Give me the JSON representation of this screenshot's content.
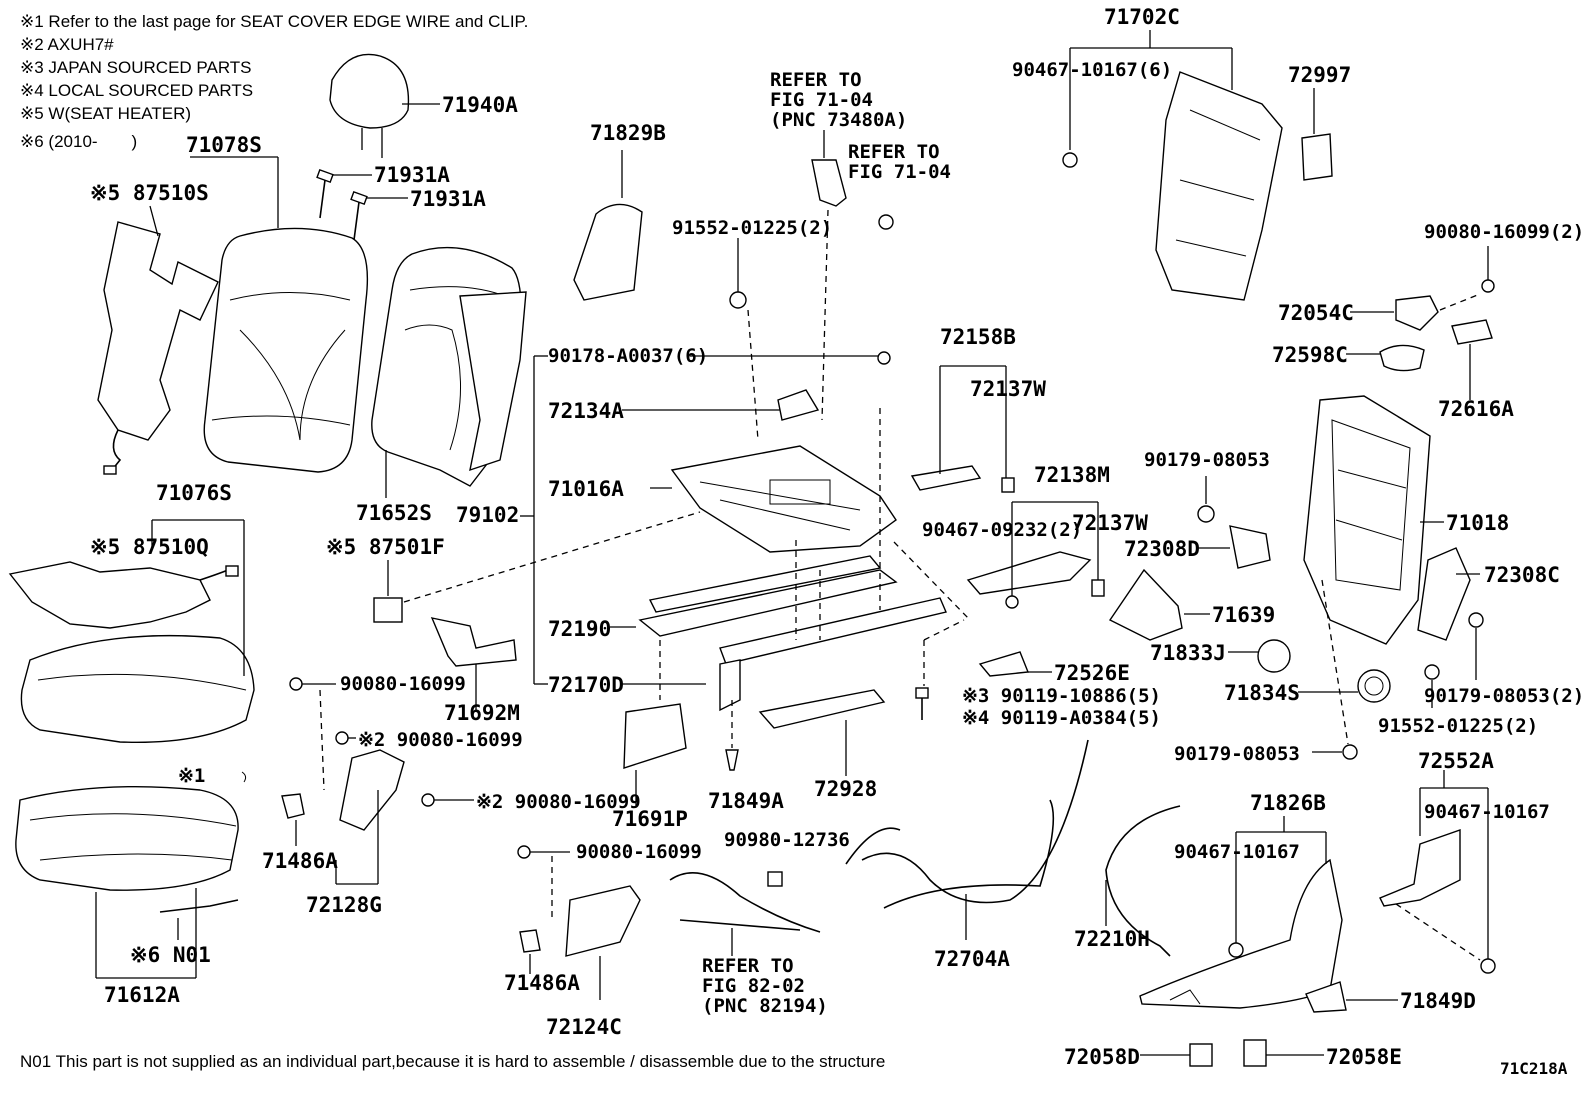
{
  "notes": [
    "※1 Refer to the last page for SEAT COVER EDGE WIRE and CLIP.",
    "※2 AXUH7#",
    "※3 JAPAN SOURCED PARTS",
    "※4 LOCAL SOURCED PARTS",
    "※5 W(SEAT HEATER)",
    "※6 (2010-　　)"
  ],
  "footer_note": "N01 This part is not supplied as an individual part,because it is hard to assemble / disassemble due to the structure",
  "figure_code": "71C218A",
  "labels": {
    "p71940A": "71940A",
    "p71931A_1": "71931A",
    "p71931A_2": "71931A",
    "p71078S": "71078S",
    "p87510S": "※5 87510S",
    "p71652S": "71652S",
    "p79102": "79102",
    "p71076S": "71076S",
    "p87510Q": "※5 87510Q",
    "p87501F": "※5 87501F",
    "p71829B": "71829B",
    "refer_7104a": "REFER TO",
    "refer_7104a_2": "FIG 71-04",
    "refer_7104a_3": "(PNC 73480A)",
    "refer_7104b": "REFER TO",
    "refer_7104b_2": "FIG 71-04",
    "p91552_01225": "91552-01225(2)",
    "p90178_A0037": "90178-A0037(6)",
    "p72134A": "72134A",
    "p71016A": "71016A",
    "p72190": "72190",
    "p72170D": "72170D",
    "p72158B": "72158B",
    "p72137W_1": "72137W",
    "p72138M": "72138M",
    "p90467_09232": "90467-09232(2)",
    "p72137W_2": "72137W",
    "p71639": "71639",
    "p71833J": "71833J",
    "p72526E": "72526E",
    "p90119_10886": "※3 90119-10886(5)",
    "p90119_A0384": "※4 90119-A0384(5)",
    "p71702C": "71702C",
    "p90467_10167_6": "90467-10167(6)",
    "p72997": "72997",
    "p90080_16099_2": "90080-16099(2)",
    "p72054C": "72054C",
    "p72598C": "72598C",
    "p72616A": "72616A",
    "p90179_08053_a": "90179-08053",
    "p71018": "71018",
    "p72308D": "72308D",
    "p72308C": "72308C",
    "p71834S": "71834S",
    "p90179_08053_2": "90179-08053(2)",
    "p91552_01225_b": "91552-01225(2)",
    "p90179_08053_b": "90179-08053",
    "p72552A": "72552A",
    "p90467_10167_a": "90467-10167",
    "p71826B": "71826B",
    "p90467_10167_b": "90467-10167",
    "p72210H": "72210H",
    "p71849D": "71849D",
    "p72058D": "72058D",
    "p72058E": "72058E",
    "p90080_16099_a": "90080-16099",
    "p90080_16099_b": "※2 90080-16099",
    "p90080_16099_c": "※2 90080-16099",
    "p71692M": "71692M",
    "p71486A_1": "71486A",
    "p72128G": "72128G",
    "p71612A": "71612A",
    "pN01": "※6 N01",
    "p_clip": "※1",
    "p71691P": "71691P",
    "p71849A": "71849A",
    "p72928": "72928",
    "p90980_12736": "90980-12736",
    "p90080_16099_d": "90080-16099",
    "p71486A_2": "71486A",
    "p72124C": "72124C",
    "refer_8202": "REFER TO",
    "refer_8202_2": "FIG 82-02",
    "refer_8202_3": "(PNC 82194)",
    "p72704A": "72704A"
  }
}
